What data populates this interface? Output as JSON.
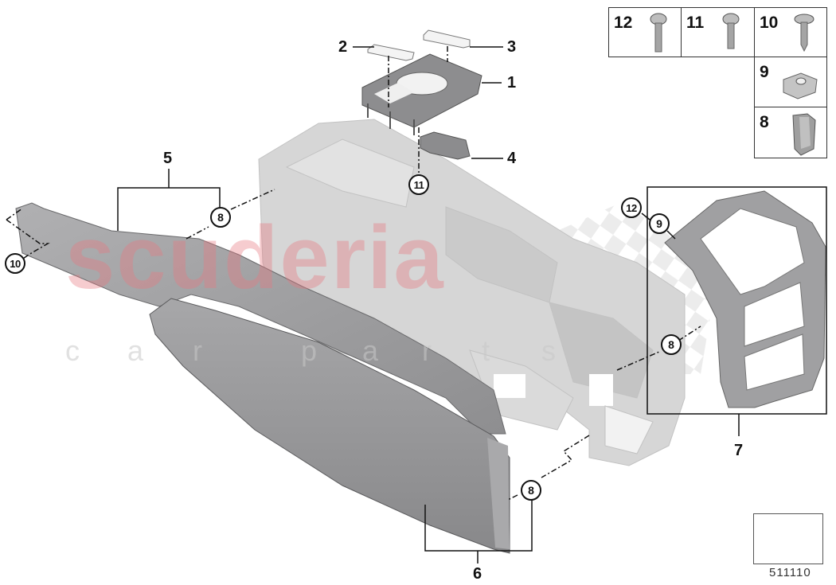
{
  "diagram": {
    "type": "exploded parts diagram",
    "subject": "Centre console trim panels",
    "diagram_number": "511110",
    "colors": {
      "part_dark": "#8a8a8c",
      "part_mid": "#9c9c9e",
      "frame_ghost": "#d4d4d4",
      "line": "#111111",
      "watermark_red": "#e87882",
      "watermark_grey": "#c8c8c8"
    }
  },
  "watermark": {
    "main": "scuderia",
    "sub_letters": [
      "c",
      "a",
      "r",
      "p",
      "a",
      "r",
      "t",
      "s"
    ]
  },
  "part_labels": [
    {
      "id": "1",
      "text": "1"
    },
    {
      "id": "2",
      "text": "2"
    },
    {
      "id": "3",
      "text": "3"
    },
    {
      "id": "4",
      "text": "4"
    },
    {
      "id": "5",
      "text": "5"
    },
    {
      "id": "6",
      "text": "6"
    },
    {
      "id": "7",
      "text": "7"
    }
  ],
  "callouts": [
    {
      "id": "c11-top",
      "text": "11"
    },
    {
      "id": "c8-left",
      "text": "8"
    },
    {
      "id": "c10-left",
      "text": "10"
    },
    {
      "id": "c12-right",
      "text": "12"
    },
    {
      "id": "c9-right",
      "text": "9"
    },
    {
      "id": "c8-right",
      "text": "8"
    },
    {
      "id": "c8-bottom",
      "text": "8"
    }
  ],
  "legend": [
    {
      "num": "12",
      "icon": "pan-head-screw-icon"
    },
    {
      "num": "11",
      "icon": "pan-head-screw-icon"
    },
    {
      "num": "10",
      "icon": "flange-tapping-screw-icon"
    },
    {
      "num": "9",
      "icon": "clip-nut-icon"
    },
    {
      "num": "8",
      "icon": "spring-clip-icon"
    }
  ],
  "orientation": {
    "icon": "vehicle-direction-arrow-icon"
  }
}
